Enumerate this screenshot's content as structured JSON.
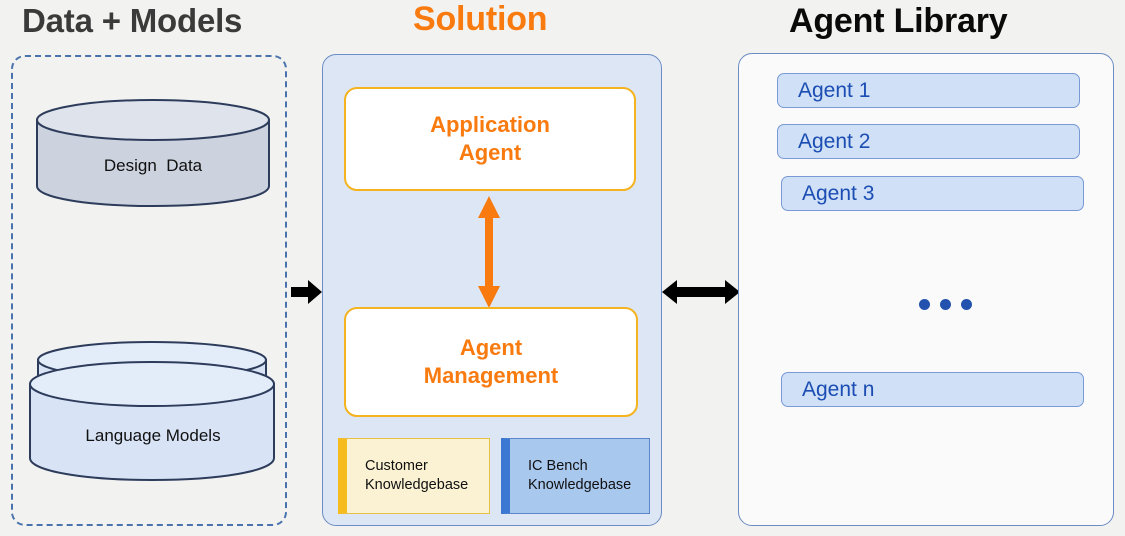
{
  "diagram": {
    "title_data": "Data + Models",
    "title_solution": "Solution",
    "title_library": "Agent Library"
  },
  "data_models": {
    "panel_name": "Data + Models",
    "stores": [
      {
        "label": "Design  Data",
        "shape": "cylinder",
        "fill": "#ccd2de"
      },
      {
        "label": "Language Models",
        "shape": "stacked-cylinder",
        "fill": "#d8e4f6"
      }
    ]
  },
  "solution": {
    "panel_name": "Solution",
    "boxes": [
      {
        "label": "Application Agent",
        "line1": "Application",
        "line2": "Agent"
      },
      {
        "label": "Agent Management",
        "line1": "Agent",
        "line2": "Management"
      }
    ],
    "knowledgebases": [
      {
        "line1": "Customer",
        "line2": "Knowledgebase",
        "accent": "#f6bb1c",
        "fill": "#faf2d3"
      },
      {
        "line1": "IC Bench",
        "line2": "Knowledgebase",
        "accent": "#3a78d2",
        "fill": "#a9c8ee"
      }
    ],
    "link_label": "bidirectional"
  },
  "library": {
    "panel_name": "Agent Library",
    "agents": [
      {
        "label": "Agent 1"
      },
      {
        "label": "Agent 2"
      },
      {
        "label": "Agent 3"
      },
      {
        "label": "Agent n"
      }
    ],
    "ellipsis": "..."
  },
  "connectors": [
    {
      "name": "data-to-solution",
      "direction": "right",
      "color": "#000000"
    },
    {
      "name": "solution-to-library",
      "direction": "both",
      "color": "#000000"
    },
    {
      "name": "application-agent-to-agent-management",
      "direction": "both",
      "color": "#f97b10"
    }
  ],
  "colors": {
    "orange": "#f97b10",
    "gold": "#f5b320",
    "blue": "#1b4db3",
    "panel_blue": "#dce6f4",
    "background": "#f2f2f0"
  }
}
